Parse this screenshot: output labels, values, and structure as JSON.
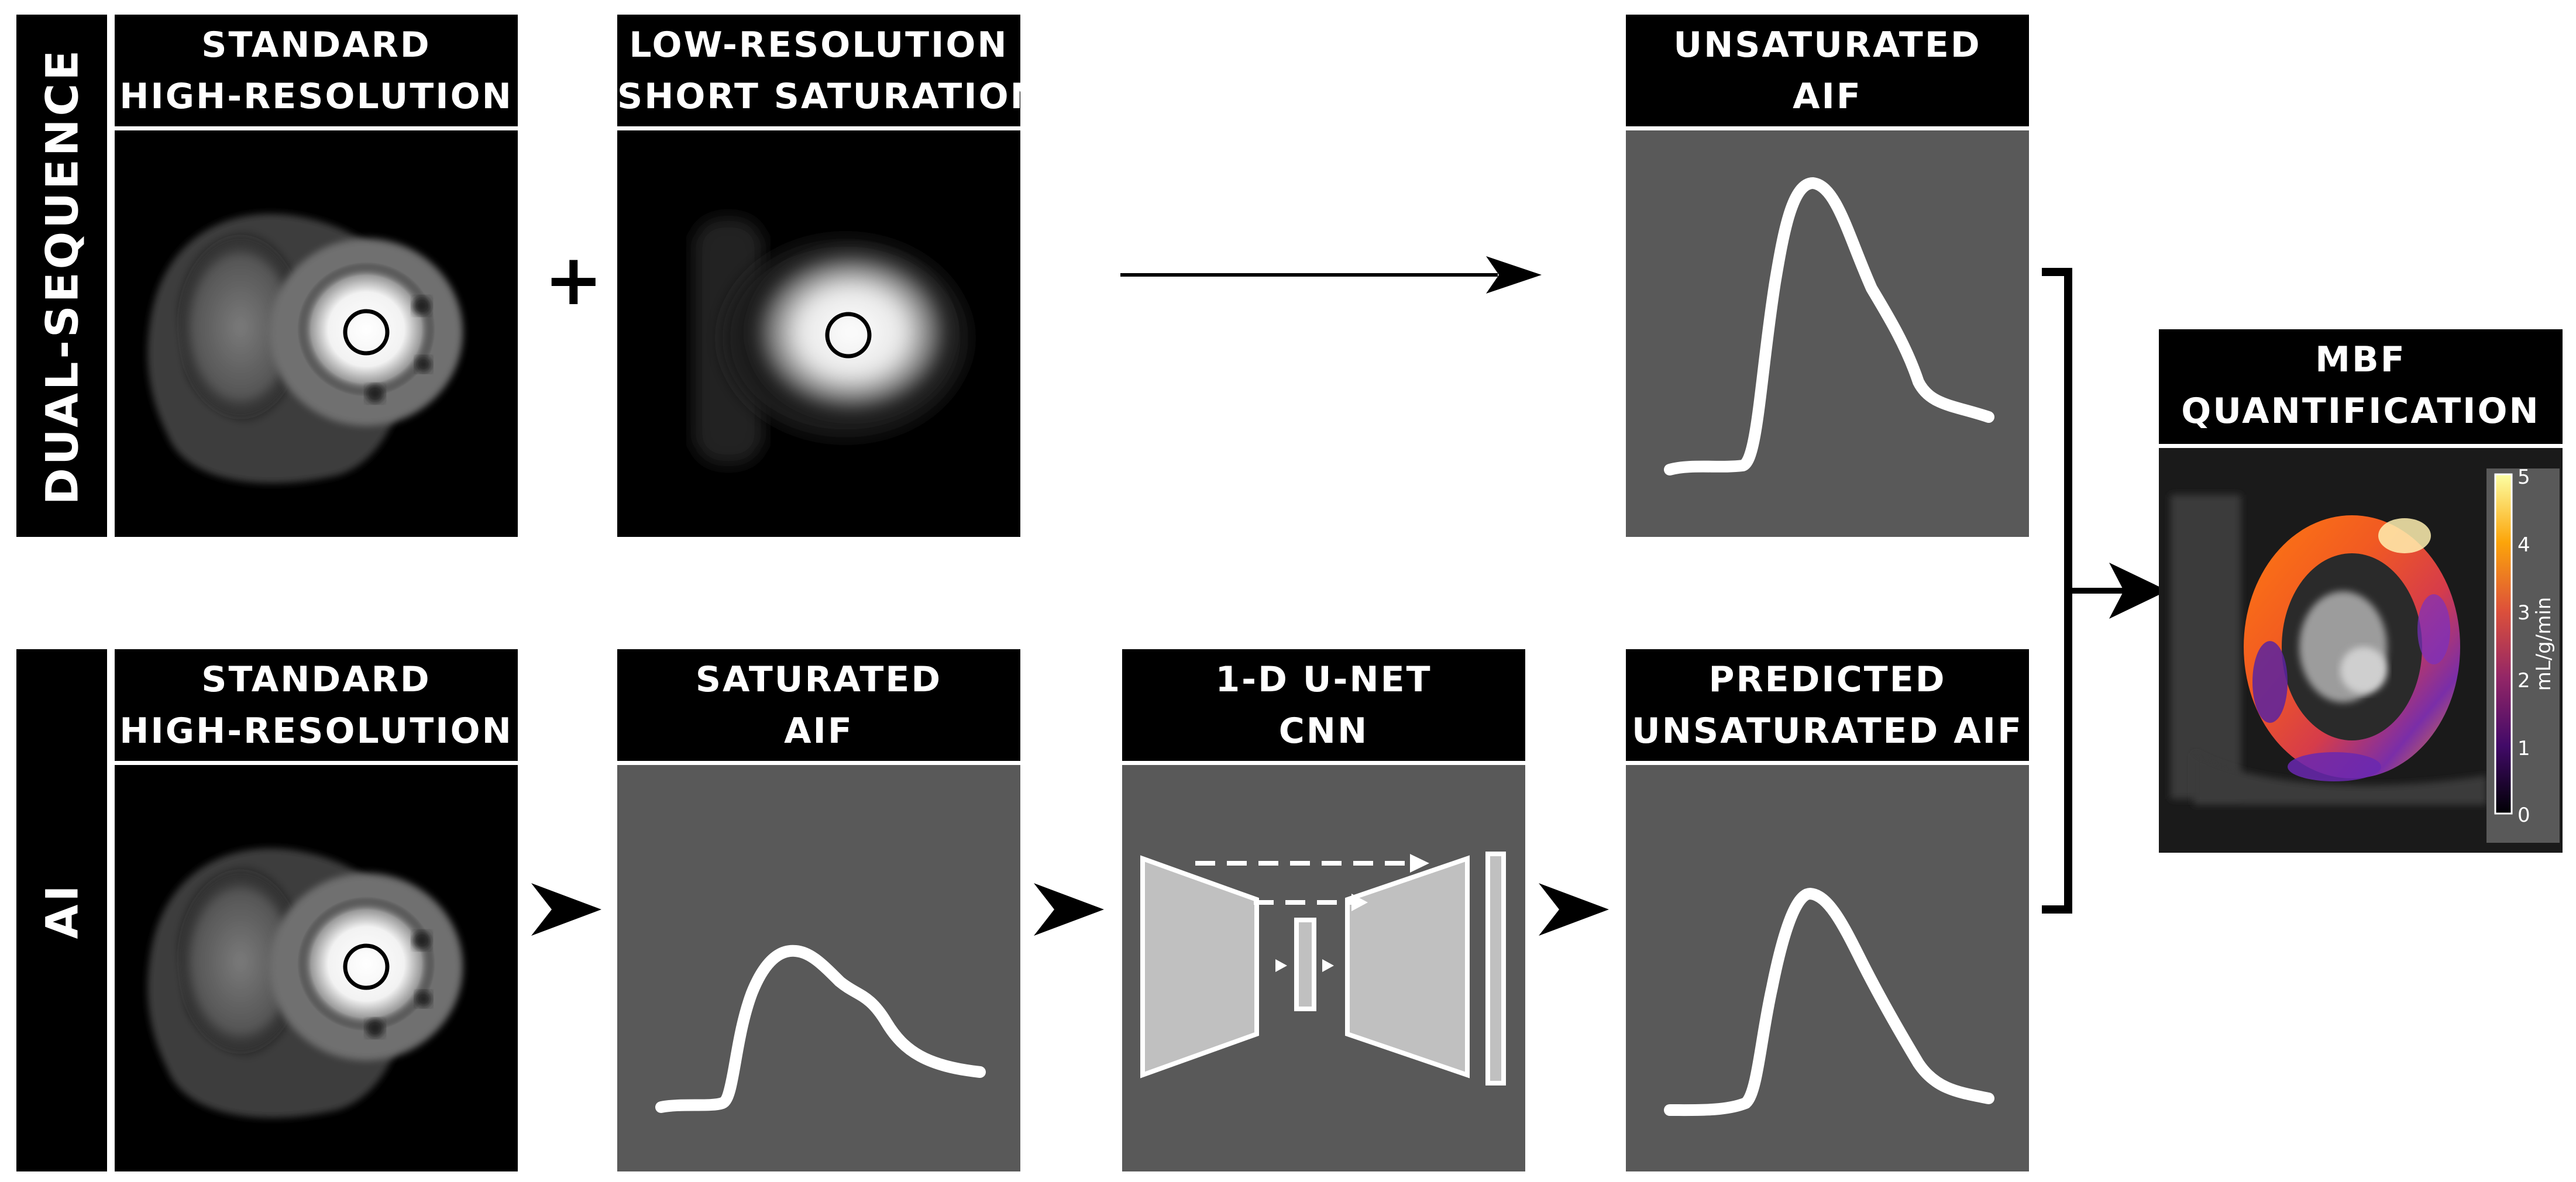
{
  "rows": {
    "dual_sequence": {
      "label": "DUAL-SEQUENCE"
    },
    "ai": {
      "label": "AI"
    }
  },
  "panels": {
    "dual_highres": {
      "line1": "STANDARD",
      "line2": "HIGH-RESOLUTION"
    },
    "dual_lowres": {
      "line1": "LOW-RESOLUTION",
      "line2": "SHORT SATURATION"
    },
    "unsaturated_aif": {
      "line1": "UNSATURATED",
      "line2": "AIF"
    },
    "ai_highres": {
      "line1": "STANDARD",
      "line2": "HIGH-RESOLUTION"
    },
    "saturated_aif": {
      "line1": "SATURATED",
      "line2": "AIF"
    },
    "unet": {
      "line1": "1-D U-NET",
      "line2": "CNN"
    },
    "predicted_aif": {
      "line1": "PREDICTED",
      "line2": "UNSATURATED AIF"
    },
    "mbf": {
      "line1": "MBF",
      "line2": "QUANTIFICATION"
    }
  },
  "plus_symbol": "+",
  "colorbar": {
    "unit": "mL/g/min",
    "ticks": [
      "5",
      "4",
      "3",
      "2",
      "1",
      "0"
    ],
    "colormap": "inferno"
  },
  "colors": {
    "panel_black": "#000000",
    "plot_gray": "#595959",
    "curve_white": "#ffffff",
    "unet_block": "#c0c0c0"
  },
  "icons": [
    "plus-icon",
    "arrow-icon",
    "arrowhead-icon",
    "bracket-icon",
    "roi-circle-icon",
    "colorbar"
  ]
}
